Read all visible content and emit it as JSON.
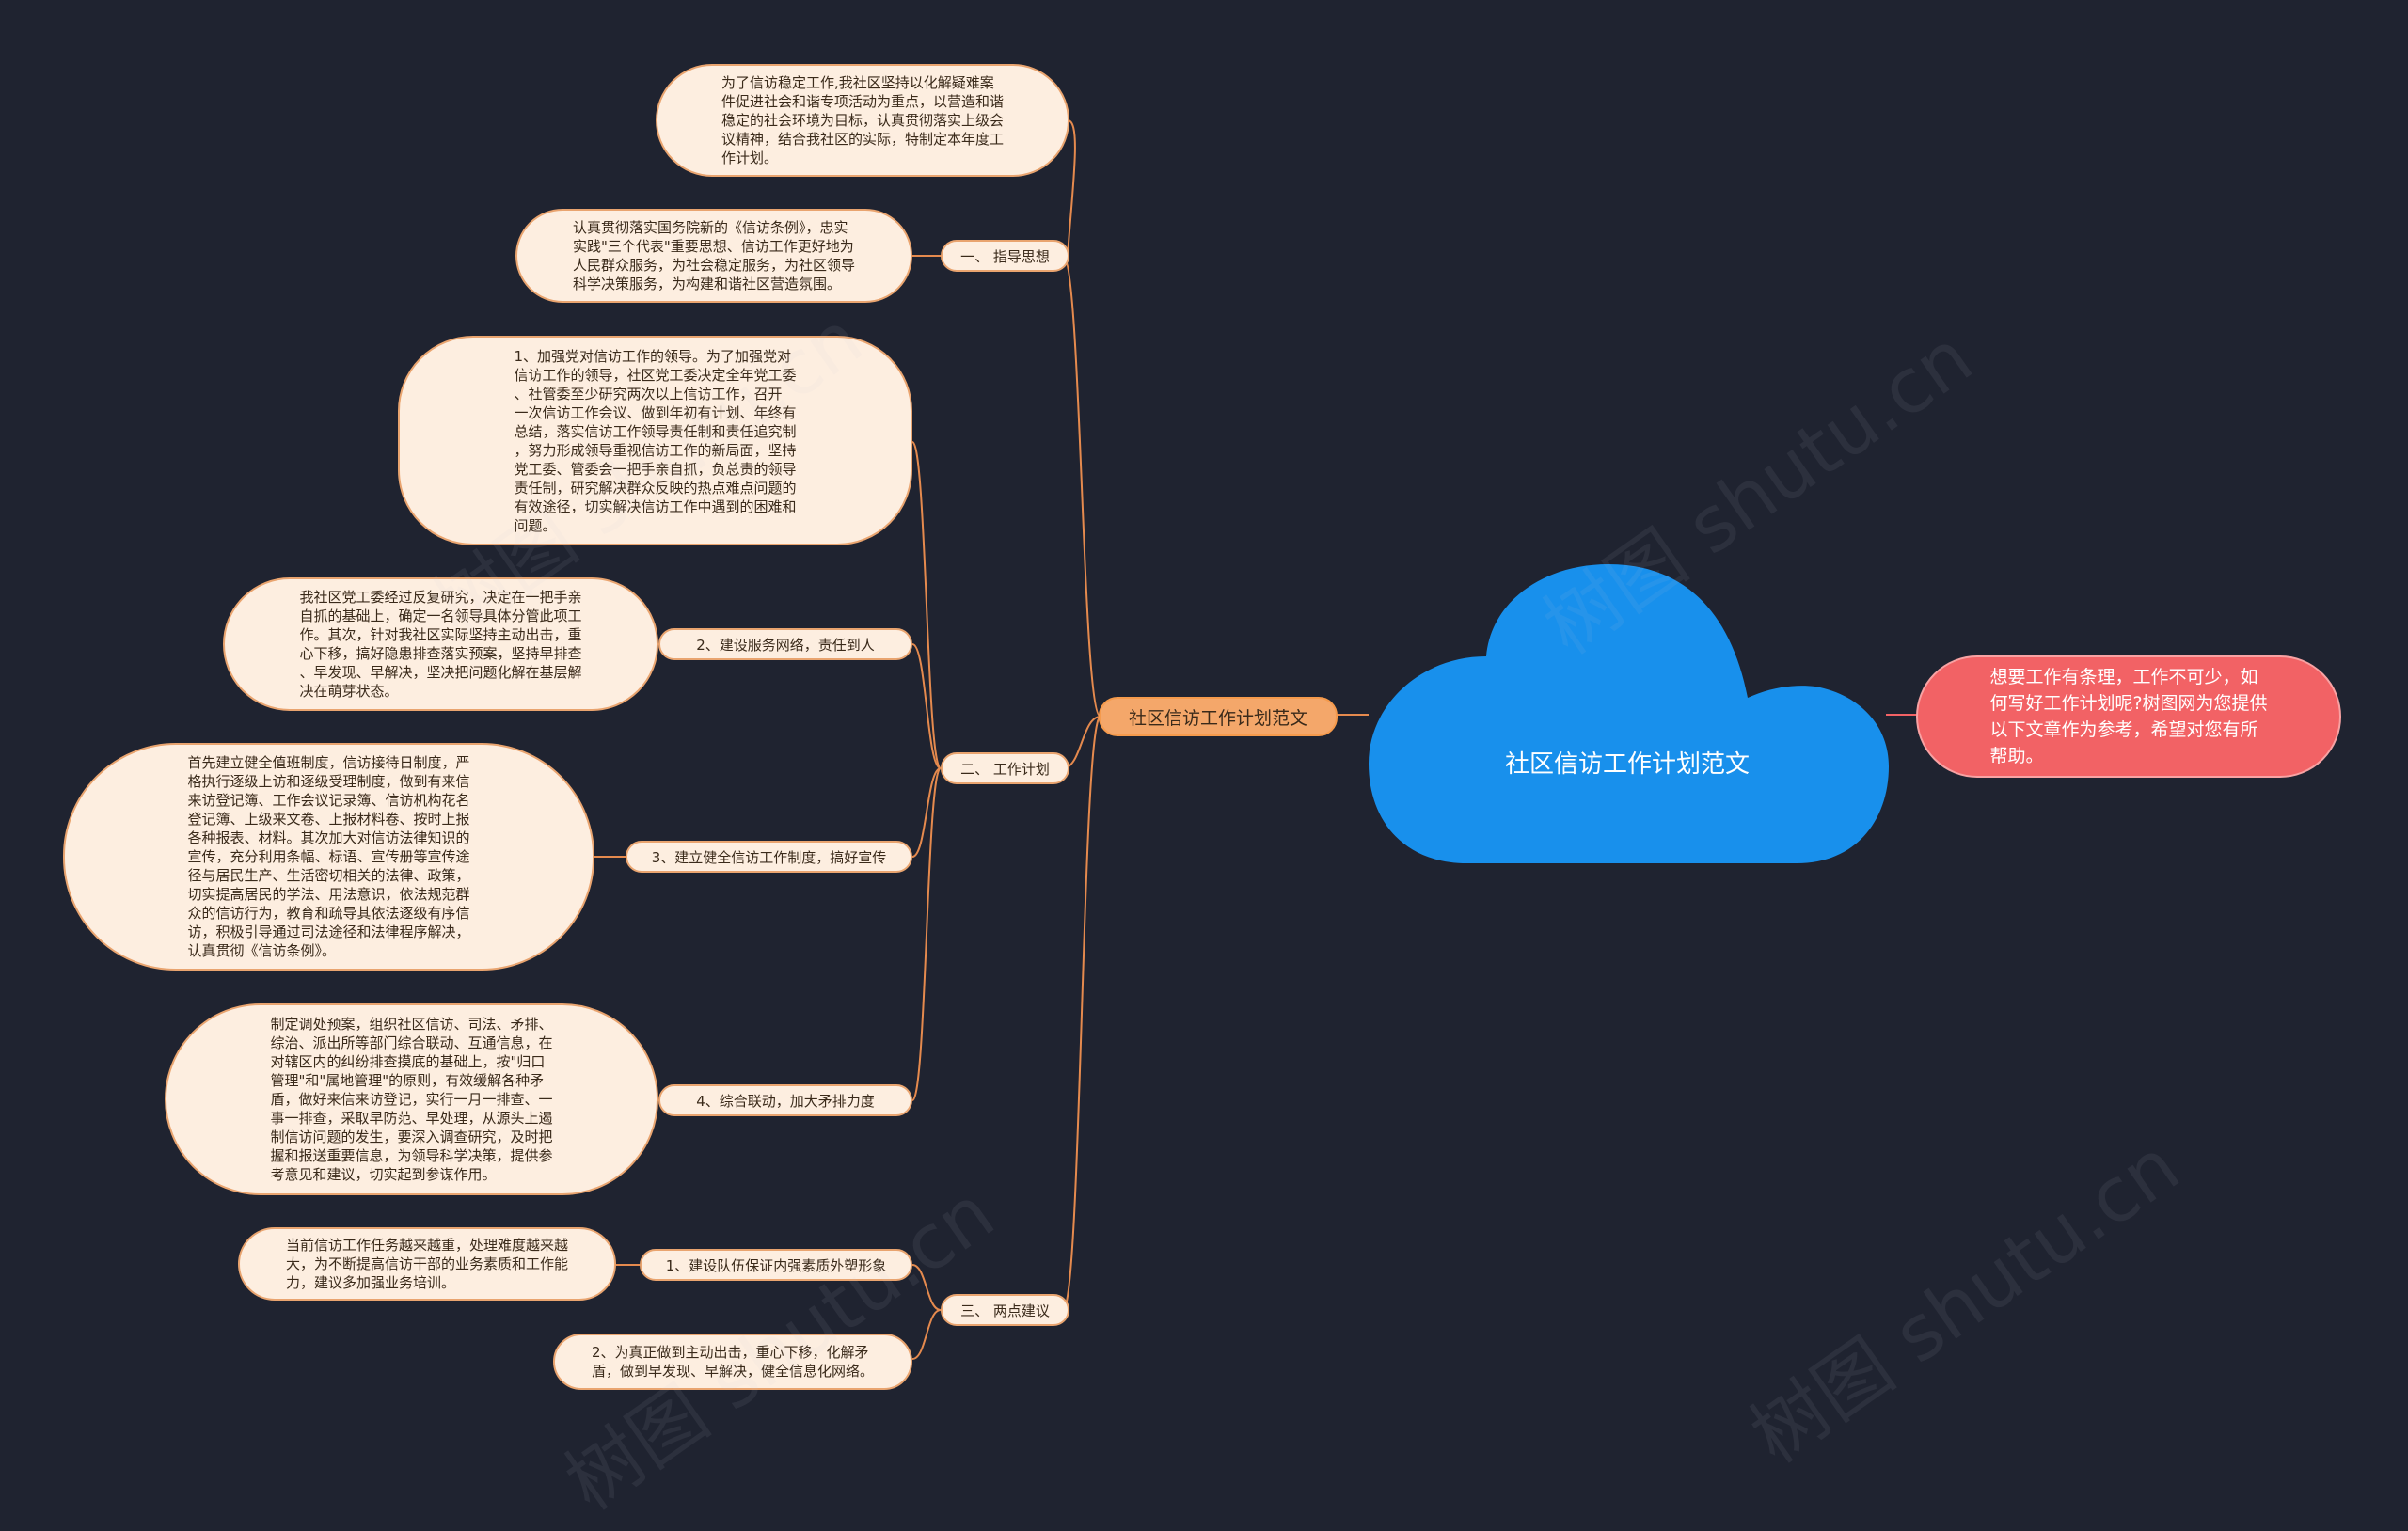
{
  "center": {
    "title": "社区信访工作计划范文"
  },
  "intro": {
    "lines": [
      "想要工作有条理，工作不可少，如",
      "何写好工作计划呢?树图网为您提供",
      "以下文章作为参考，希望对您有所",
      "帮助。"
    ]
  },
  "main_topic": {
    "label": "社区信访工作计划范文"
  },
  "section_1": {
    "label": "一、 指导思想",
    "leaf_a": [
      "为了信访稳定工作,我社区坚持以化解疑难案",
      "件促进社会和谐专项活动为重点，以营造和谐",
      "稳定的社会环境为目标，认真贯彻落实上级会",
      "议精神，结合我社区的实际，特制定本年度工",
      "作计划。"
    ],
    "leaf_b": [
      "认真贯彻落实国务院新的《信访条例》，忠实",
      "实践\"三个代表\"重要思想、信访工作更好地为",
      "人民群众服务，为社会稳定服务，为社区领导",
      "科学决策服务，为构建和谐社区营造氛围。"
    ]
  },
  "section_2": {
    "label": "二、 工作计划",
    "leaf_1": [
      "1、加强党对信访工作的领导。为了加强党对",
      "信访工作的领导，社区党工委决定全年党工委",
      "、社管委至少研究两次以上信访工作，召开",
      "一次信访工作会议、做到年初有计划、年终有",
      "总结，落实信访工作领导责任制和责任追究制",
      "，努力形成领导重视信访工作的新局面，坚持",
      "党工委、管委会一把手亲自抓，负总责的领导",
      "责任制，研究解决群众反映的热点难点问题的",
      "有效途径，切实解决信访工作中遇到的困难和",
      "问题。"
    ],
    "sub_2": {
      "label": "2、建设服务网络，责任到人",
      "leaf": [
        "我社区党工委经过反复研究，决定在一把手亲",
        "自抓的基础上，确定一名领导具体分管此项工",
        "作。其次，针对我社区实际坚持主动出击，重",
        "心下移，搞好隐患排查落实预案，坚持早排查",
        "、早发现、早解决，坚决把问题化解在基层解",
        "决在萌芽状态。"
      ]
    },
    "sub_3": {
      "label": "3、建立健全信访工作制度，搞好宣传",
      "leaf": [
        "首先建立健全值班制度，信访接待日制度，严",
        "格执行逐级上访和逐级受理制度，做到有来信",
        "来访登记簿、工作会议记录簿、信访机构花名",
        "登记簿、上级来文卷、上报材料卷、按时上报",
        "各种报表、材料。其次加大对信访法律知识的",
        "宣传，充分利用条幅、标语、宣传册等宣传途",
        "径与居民生产、生活密切相关的法律、政策，",
        "切实提高居民的学法、用法意识，依法规范群",
        "众的信访行为，教育和疏导其依法逐级有序信",
        "访，积极引导通过司法途径和法律程序解决，",
        "认真贯彻《信访条例》。"
      ]
    },
    "sub_4": {
      "label": "4、综合联动，加大矛排力度",
      "leaf": [
        "制定调处预案，组织社区信访、司法、矛排、",
        "综治、派出所等部门综合联动、互通信息，在",
        "对辖区内的纠纷排查摸底的基础上，按\"归口",
        "管理\"和\"属地管理\"的原则，有效缓解各种矛",
        "盾，做好来信来访登记，实行一月一排查、一",
        "事一排查，采取早防范、早处理，从源头上遏",
        "制信访问题的发生，要深入调查研究，及时把",
        "握和报送重要信息，为领导科学决策，提供参",
        "考意见和建议，切实起到参谋作用。"
      ]
    }
  },
  "section_3": {
    "label": "三、 两点建议",
    "sub_1": {
      "label": "1、建设队伍保证内强素质外塑形象",
      "leaf": [
        "当前信访工作任务越来越重，处理难度越来越",
        "大，为不断提高信访干部的业务素质和工作能",
        "力，建议多加强业务培训。"
      ]
    },
    "leaf_2": [
      "2、为真正做到主动出击，重心下移，化解矛",
      "盾，做到早发现、早解决，健全信息化网络。"
    ]
  },
  "watermark": {
    "text": "树图 shutu.cn"
  }
}
